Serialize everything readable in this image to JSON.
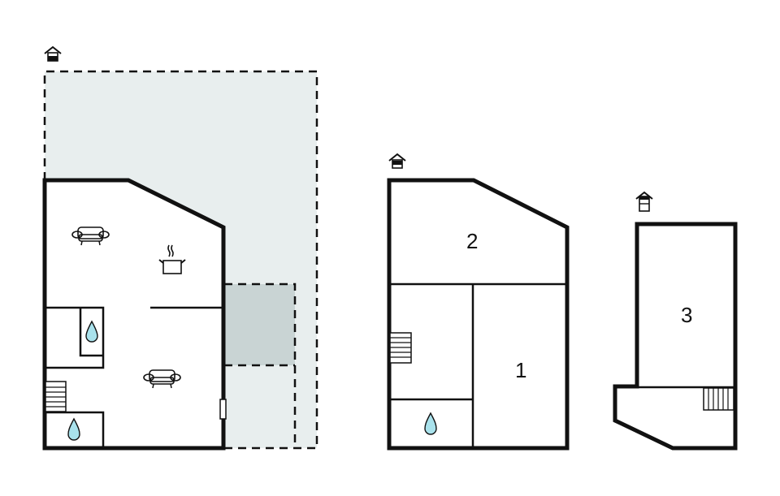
{
  "diagram": {
    "type": "floor-plan",
    "colors": {
      "wall": "#111111",
      "terrace": "#e8eeee",
      "covered_area": "#c9d4d4",
      "water": "#a9e2ec",
      "background": "#ffffff"
    },
    "floors": [
      {
        "name": "ground-floor",
        "compass_icon": "house-arrow-icon",
        "icons": [
          "sofa-icon",
          "cooking-pot-icon",
          "water-drop-icon",
          "water-drop-icon",
          "sofa-icon",
          "stairs-icon",
          "door-icon"
        ],
        "areas": [
          "terrace",
          "covered-terrace"
        ]
      },
      {
        "name": "first-floor",
        "compass_icon": "house-arrow-icon",
        "rooms": [
          {
            "label": "2"
          },
          {
            "label": "1"
          }
        ],
        "icons": [
          "stairs-icon",
          "water-drop-icon"
        ]
      },
      {
        "name": "second-floor",
        "compass_icon": "house-arrow-icon",
        "rooms": [
          {
            "label": "3"
          }
        ],
        "icons": [
          "stairs-icon"
        ]
      }
    ]
  }
}
